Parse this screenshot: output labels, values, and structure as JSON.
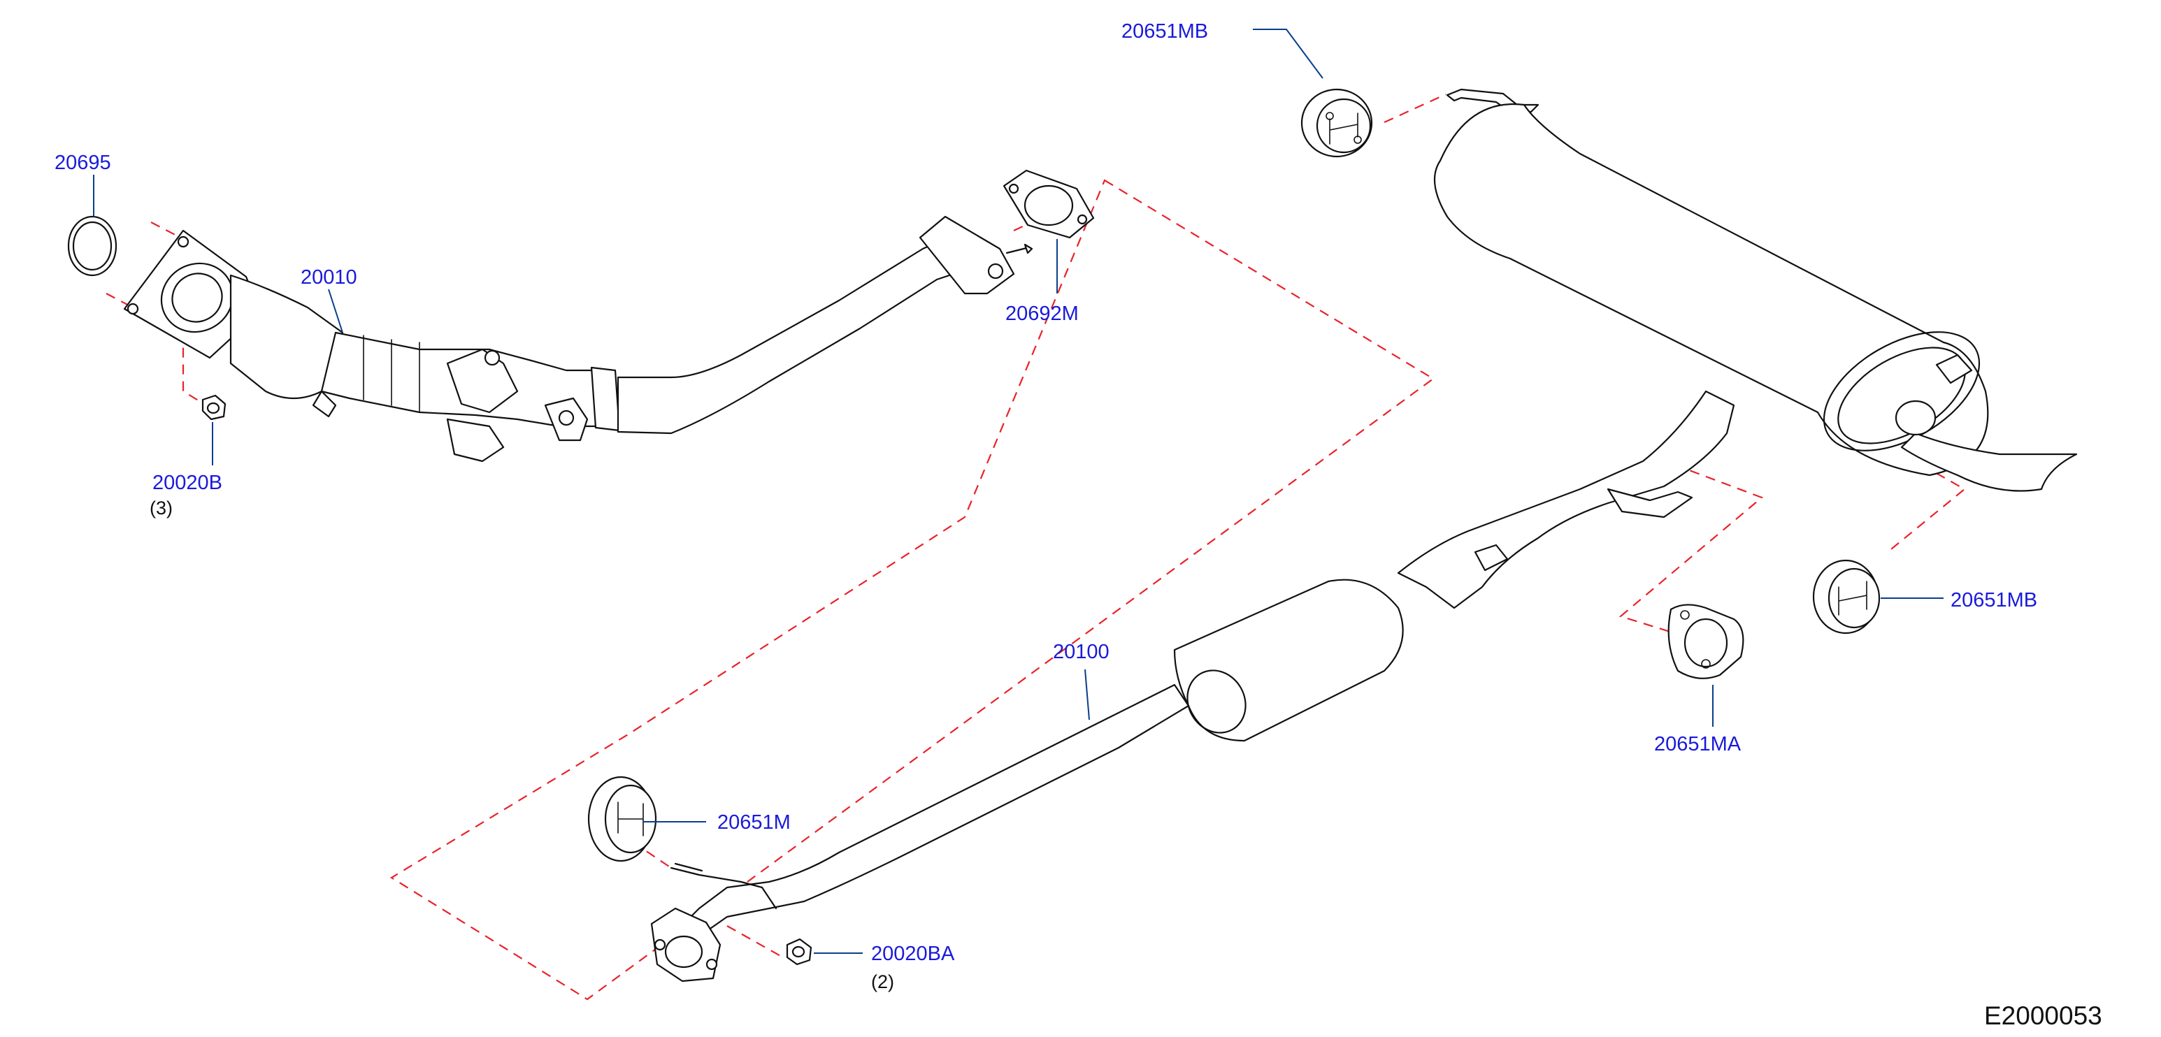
{
  "diagram": {
    "reference_code": "E2000053",
    "callouts": [
      {
        "id": "p20695",
        "label": "20695",
        "qty": ""
      },
      {
        "id": "p20010",
        "label": "20010",
        "qty": ""
      },
      {
        "id": "p20020b",
        "label": "20020B",
        "qty": "(3)"
      },
      {
        "id": "p20692m",
        "label": "20692M",
        "qty": ""
      },
      {
        "id": "p20651mb_top",
        "label": "20651MB",
        "qty": ""
      },
      {
        "id": "p20100",
        "label": "20100",
        "qty": ""
      },
      {
        "id": "p20651m",
        "label": "20651M",
        "qty": ""
      },
      {
        "id": "p20020ba",
        "label": "20020BA",
        "qty": "(2)"
      },
      {
        "id": "p20651ma",
        "label": "20651MA",
        "qty": ""
      },
      {
        "id": "p20651mb_right",
        "label": "20651MB",
        "qty": ""
      }
    ],
    "colors": {
      "callout_text": "#1a1adb",
      "leader_line": "#0a3e8c",
      "dashed_assembly_line": "#e8232a",
      "part_outline": "#111111"
    }
  }
}
